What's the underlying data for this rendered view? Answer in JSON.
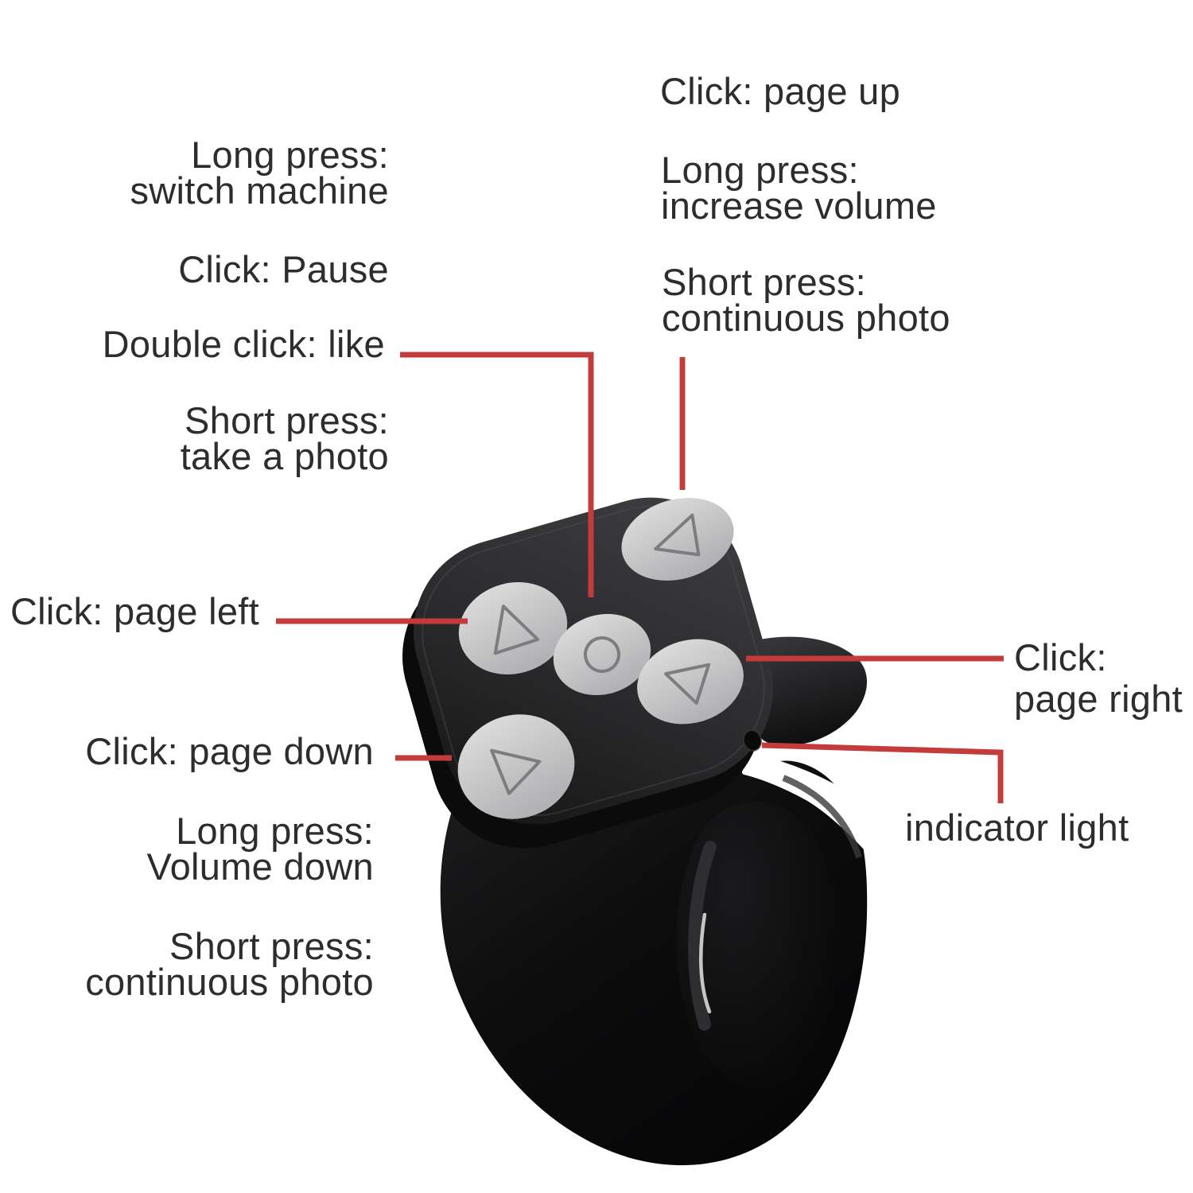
{
  "title": "ring remote control button functions diagram",
  "annotations": {
    "left": [
      {
        "lines": [
          "Long press:",
          "switch machine"
        ]
      },
      {
        "lines": [
          "Click: Pause"
        ]
      },
      {
        "lines": [
          "Double click: like"
        ]
      },
      {
        "lines": [
          "Short press:",
          "take a photo"
        ]
      },
      {
        "lines": [
          "Click: page left"
        ]
      },
      {
        "lines": [
          "Click: page down"
        ]
      },
      {
        "lines": [
          "Long press:",
          "Volume down"
        ]
      },
      {
        "lines": [
          "Short press:",
          "continuous photo"
        ]
      }
    ],
    "right": [
      {
        "lines": [
          "Click: page up"
        ]
      },
      {
        "lines": [
          "Long press:",
          "increase volume"
        ]
      },
      {
        "lines": [
          "Short press:",
          "continuous photo"
        ]
      },
      {
        "lines": [
          "Click:",
          "page right"
        ]
      },
      {
        "lines": [
          "indicator light"
        ]
      }
    ]
  },
  "device": {
    "type": "finger ring bluetooth remote",
    "buttons": [
      {
        "name": "up-button",
        "glyph": "triangle-left-outline"
      },
      {
        "name": "left-button",
        "glyph": "triangle-up-outline"
      },
      {
        "name": "center-button",
        "glyph": "circle-outline"
      },
      {
        "name": "right-button",
        "glyph": "triangle-down-outline"
      },
      {
        "name": "down-button",
        "glyph": "triangle-right-outline"
      }
    ],
    "indicator": {
      "label": "indicator light"
    }
  },
  "colors": {
    "background": "#ffffff",
    "text": "#2d2d2d",
    "callout_red": "#c43b3c",
    "device_face": "#2e2e30",
    "device_body": "#0c0c0d",
    "button_gray": "#c9c9cb",
    "glyph_gray": "#7d7d80"
  }
}
